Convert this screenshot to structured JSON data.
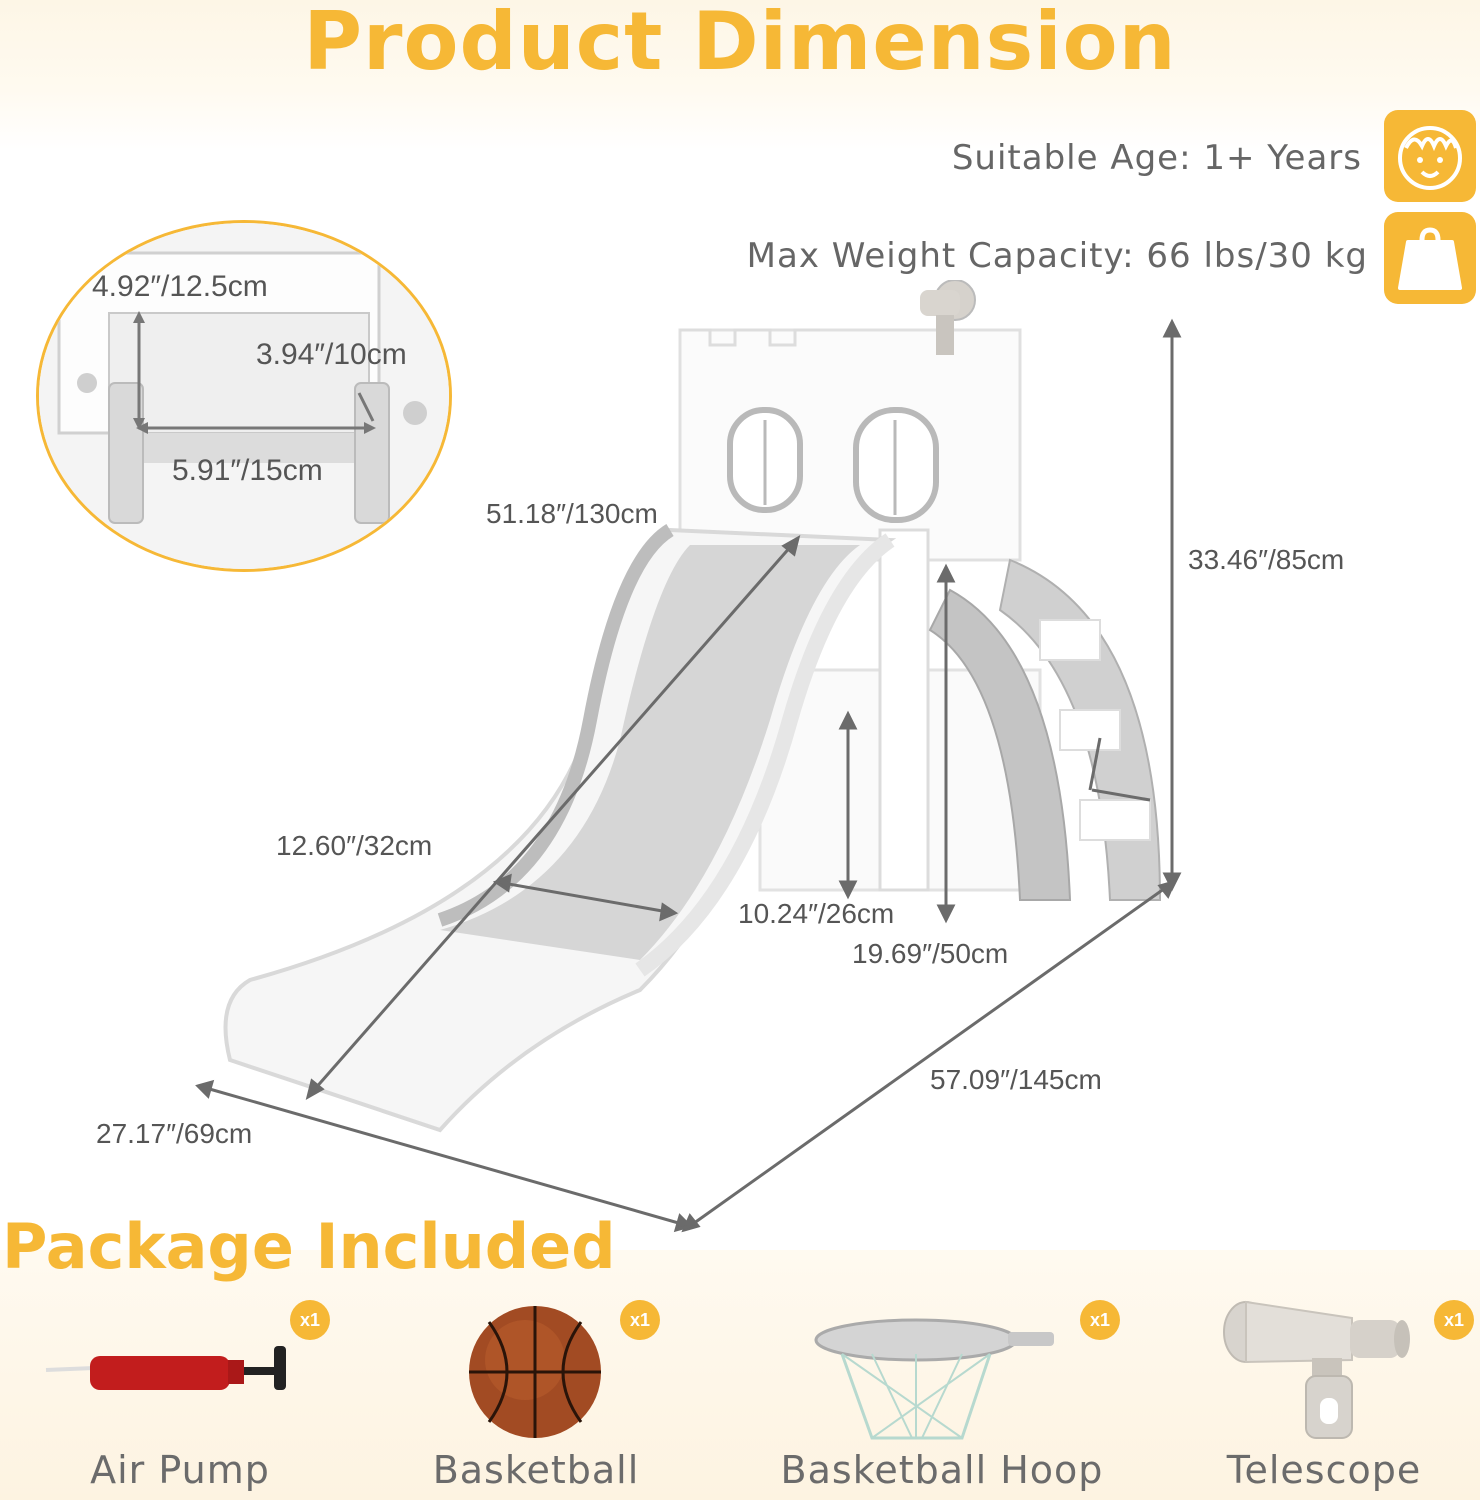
{
  "header": {
    "title": "Product Dimension"
  },
  "specs": {
    "age": "Suitable Age: 1+ Years",
    "weight": "Max Weight Capacity: 66 lbs/30 kg",
    "age_icon": "child-face-icon",
    "weight_icon": "weight-icon"
  },
  "zoom_detail": {
    "step_height": "4.92″/12.5cm",
    "step_depth": "3.94″/10cm",
    "step_width": "5.91″/15cm"
  },
  "dimensions": {
    "slide_length": "51.18″/130cm",
    "total_height": "33.46″/85cm",
    "slide_width": "12.60″/32cm",
    "inner_height": "10.24″/26cm",
    "platform_height": "19.69″/50cm",
    "total_length": "57.09″/145cm",
    "total_width": "27.17″/69cm"
  },
  "package": {
    "title": "Package Included",
    "items": [
      {
        "label": "Air Pump",
        "qty": "x1",
        "icon": "air-pump-icon"
      },
      {
        "label": "Basketball",
        "qty": "x1",
        "icon": "basketball-icon"
      },
      {
        "label": "Basketball Hoop",
        "qty": "x1",
        "icon": "basketball-hoop-icon"
      },
      {
        "label": "Telescope",
        "qty": "x1",
        "icon": "telescope-icon"
      }
    ]
  },
  "colors": {
    "accent": "#f6b836",
    "text": "#666666",
    "product_grey": "#b9b9b9"
  }
}
